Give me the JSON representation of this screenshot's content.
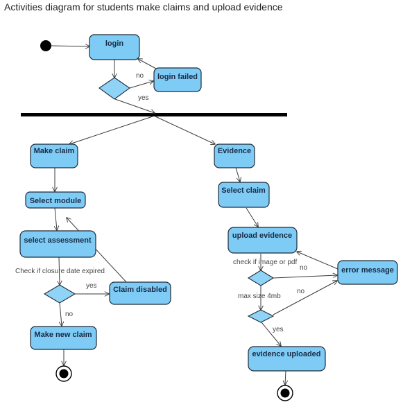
{
  "title": "Activities diagram for students make claims and upload evidence",
  "nodes": {
    "login": "login",
    "login_failed": "login failed",
    "make_claim": "Make claim",
    "evidence": "Evidence",
    "select_module": "Select module",
    "select_claim": "Select claim",
    "select_assessment": "select assessment",
    "upload_evidence": "upload evidence",
    "claim_disabled": "Claim disabled",
    "error_message": "error message",
    "make_new_claim": "Make new claim",
    "evidence_uploaded": "evidence uploaded"
  },
  "labels": {
    "no_login": "no",
    "yes_login": "yes",
    "check_closure": "Check if closure date expired",
    "yes_closure": "yes",
    "no_closure": "no",
    "check_image": "check if image or pdf",
    "no_image": "no",
    "max_size": "max size 4mb",
    "no_size": "no",
    "yes_size": "yes"
  }
}
